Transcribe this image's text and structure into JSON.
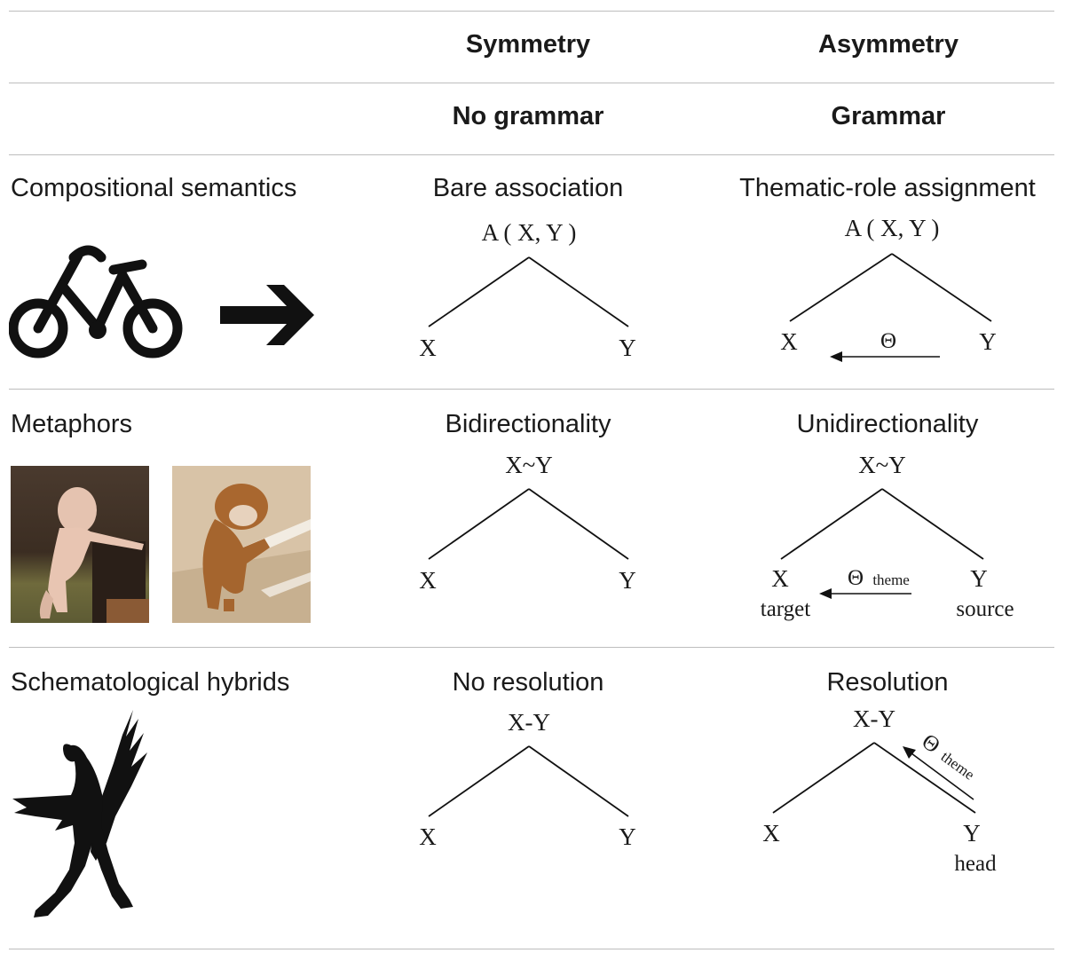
{
  "header": {
    "row1": {
      "symmetry": "Symmetry",
      "asymmetry": "Asymmetry"
    },
    "row2": {
      "symmetry": "No grammar",
      "asymmetry": "Grammar"
    }
  },
  "rows": [
    {
      "label": "Compositional semantics",
      "symmetry": {
        "title": "Bare association",
        "root": "A ( X, Y )",
        "left": "X",
        "right": "Y"
      },
      "asymmetry": {
        "title": "Thematic-role assignment",
        "root": "A ( X, Y )",
        "left": "X",
        "right": "Y",
        "role": "Θ"
      }
    },
    {
      "label": "Metaphors",
      "symmetry": {
        "title": "Bidirectionality",
        "root": "X~Y",
        "left": "X",
        "right": "Y"
      },
      "asymmetry": {
        "title": "Unidirectionality",
        "root": "X~Y",
        "left": "X",
        "right": "Y",
        "role": "Θ",
        "role_sub": "theme",
        "left_sub": "target",
        "right_sub": "source"
      }
    },
    {
      "label": "Schematological hybrids",
      "symmetry": {
        "title": "No resolution",
        "root": "X-Y",
        "left": "X",
        "right": "Y"
      },
      "asymmetry": {
        "title": "Resolution",
        "root": "X-Y",
        "left": "X",
        "right": "Y",
        "role": "Θ",
        "role_sub": "theme",
        "right_sub": "head"
      }
    }
  ],
  "icons": [
    "bicycle-icon",
    "right-arrow-icon",
    "baby-photo",
    "bulldog-photo",
    "winged-hybrid-silhouette"
  ]
}
